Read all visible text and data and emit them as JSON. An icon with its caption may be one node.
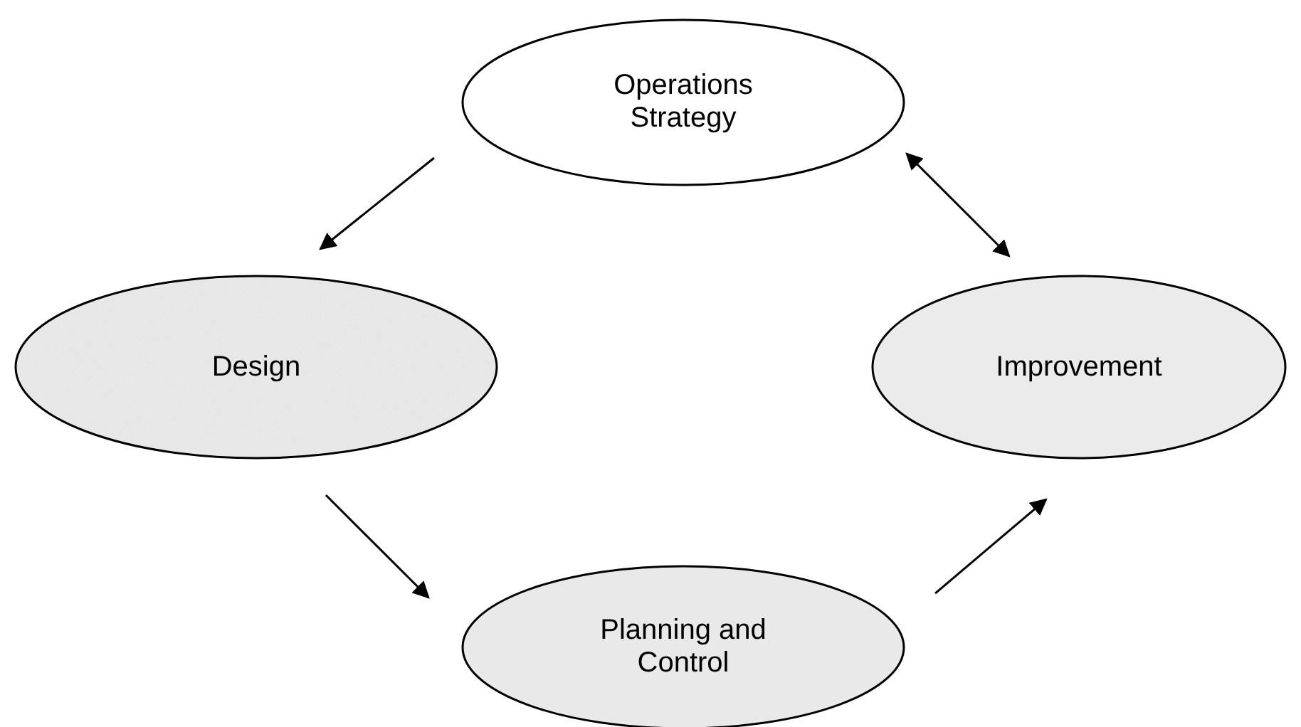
{
  "diagram": {
    "nodes": [
      {
        "text": [
          "Operations Strategy"
        ]
      },
      {
        "text": [
          "Design"
        ]
      },
      {
        "text": [
          "Improvement"
        ]
      },
      {
        "text": [
          "Planning and Control"
        ]
      }
    ],
    "edges": [
      {
        "from": 0,
        "to": 1,
        "arrow": "to"
      },
      {
        "from": 0,
        "to": 2,
        "arrow": "both"
      },
      {
        "from": 1,
        "to": 3,
        "arrow": "to"
      },
      {
        "from": 3,
        "to": 2,
        "arrow": "to"
      }
    ]
  }
}
